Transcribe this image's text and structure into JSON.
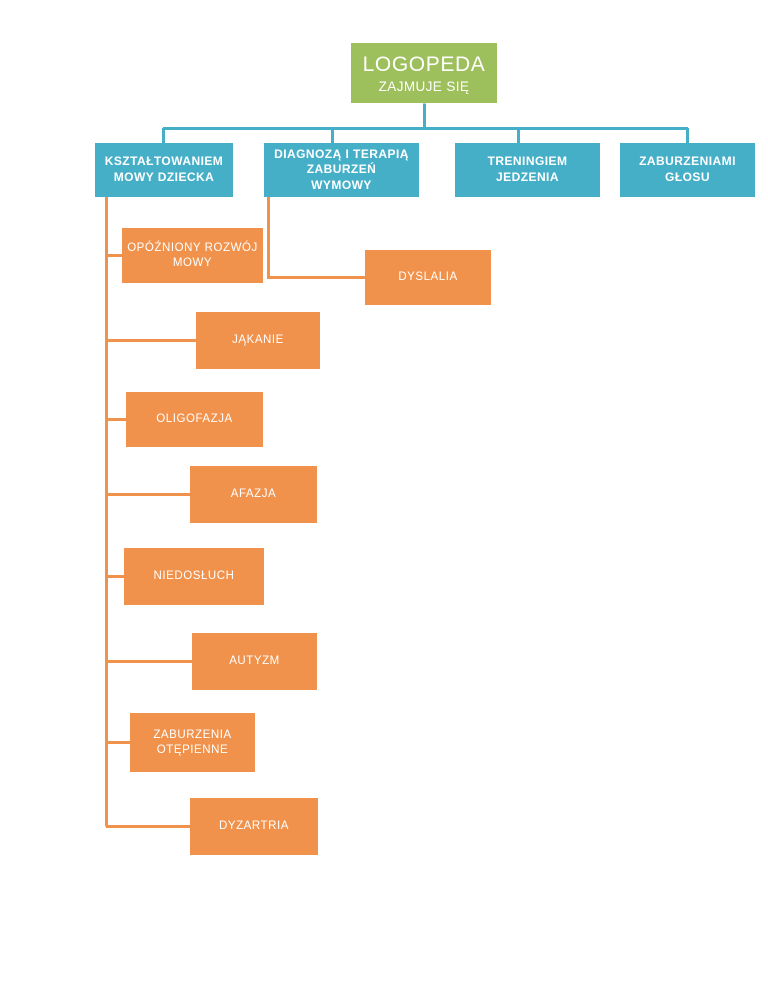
{
  "diagram": {
    "title": "LOGOPEDA ZAJMUJE SIĘ",
    "type": "organizational-tree",
    "language": "pl",
    "colors": {
      "root": "#9DBF5C",
      "branch": "#45AFC8",
      "leaf": "#F1924C",
      "text": "#FFFFFF",
      "background": "#FFFFFF"
    },
    "root": {
      "line1": "LOGOPEDA",
      "line2": "ZAJMUJE SIĘ"
    },
    "branches": [
      {
        "id": "ksztaltowanie",
        "line1": "KSZTAŁTOWANIEM",
        "line2": "MOWY DZIECKA",
        "line3": ""
      },
      {
        "id": "diagnoza",
        "line1": "DIAGNOZĄ I TERAPIĄ",
        "line2": "ZABURZEŃ",
        "line3": "WYMOWY"
      },
      {
        "id": "trening",
        "line1": "TRENINGIEM",
        "line2": "JEDZENIA",
        "line3": ""
      },
      {
        "id": "glos",
        "line1": "ZABURZENIAMI",
        "line2": "GŁOSU",
        "line3": ""
      }
    ],
    "leaves_mowa": [
      {
        "id": "opozniony",
        "line1": "OPÓŹNIONY ROZWÓJ",
        "line2": "MOWY"
      },
      {
        "id": "jakanie",
        "line1": "JĄKANIE",
        "line2": ""
      },
      {
        "id": "oligofazja",
        "line1": "OLIGOFAZJA",
        "line2": ""
      },
      {
        "id": "afazja",
        "line1": "AFAZJA",
        "line2": ""
      },
      {
        "id": "niedosluch",
        "line1": "NIEDOSŁUCH",
        "line2": ""
      },
      {
        "id": "autyzm",
        "line1": "AUTYZM",
        "line2": ""
      },
      {
        "id": "otepienne",
        "line1": "ZABURZENIA",
        "line2": "OTĘPIENNE"
      },
      {
        "id": "dyzartria",
        "line1": "DYZARTRIA",
        "line2": ""
      }
    ],
    "leaves_wymowa": [
      {
        "id": "dyslalia",
        "line1": "DYSLALIA",
        "line2": ""
      }
    ]
  }
}
